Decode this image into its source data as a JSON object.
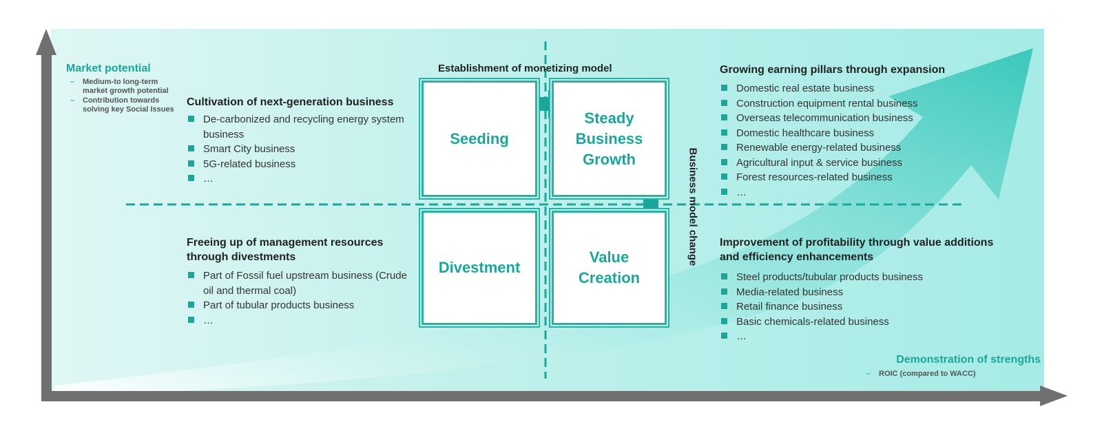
{
  "colors": {
    "teal": "#1aa69a",
    "border": "#25b3a6",
    "arrow": "#707070",
    "background": "#bff0ec"
  },
  "y_axis": {
    "label": "Market potential",
    "notes": [
      "Medium-to long-term market growth potential",
      "Contribution towards solving key Social Issues"
    ]
  },
  "x_axis": {
    "label": "Demonstration of strengths",
    "notes": [
      "ROIC (compared to WACC)"
    ]
  },
  "top_label": "Establishment of monetizing model",
  "side_label": "Business model change",
  "boxes": {
    "seeding": "Seeding",
    "steady": "Steady Business Growth",
    "divestment": "Divestment",
    "value": "Value Creation"
  },
  "quadrants": {
    "top_left": {
      "title": "Cultivation of next-generation business",
      "items": [
        "De-carbonized and recycling energy system business",
        "Smart City business",
        "5G-related business",
        "…"
      ]
    },
    "bottom_left": {
      "title": "Freeing up of management resources through divestments",
      "items": [
        "Part of Fossil fuel upstream business (Crude oil and thermal coal)",
        "Part of tubular products business",
        "…"
      ]
    },
    "top_right": {
      "title": "Growing earning pillars through expansion",
      "items": [
        "Domestic real estate business",
        "Construction equipment rental business",
        "Overseas telecommunication business",
        "Domestic healthcare business",
        "Renewable energy-related business",
        "Agricultural input & service business",
        "Forest resources-related business",
        "…"
      ]
    },
    "bottom_right": {
      "title": "Improvement of profitability through value additions and efficiency enhancements",
      "items": [
        "Steel products/tubular products business",
        "Media-related business",
        "Retail finance business",
        "Basic chemicals-related business",
        "…"
      ]
    }
  }
}
